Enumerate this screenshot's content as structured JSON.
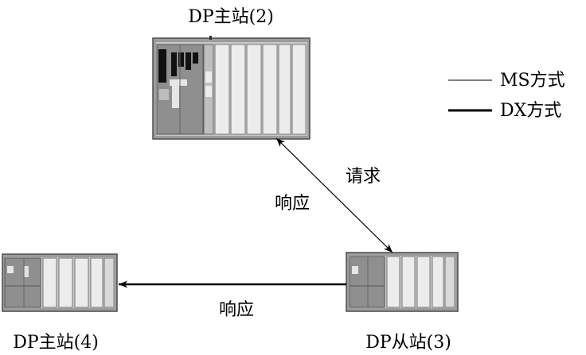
{
  "nodes": {
    "master2": {
      "label": "DP主站(2)"
    },
    "master4": {
      "label": "DP主站(4)"
    },
    "slave3": {
      "label": "DP从站(3)"
    }
  },
  "edges": {
    "request_label": "请求",
    "response_label_upper": "响应",
    "response_label_lower": "响应"
  },
  "legend": {
    "ms_label": "MS方式",
    "dx_label": "DX方式"
  }
}
